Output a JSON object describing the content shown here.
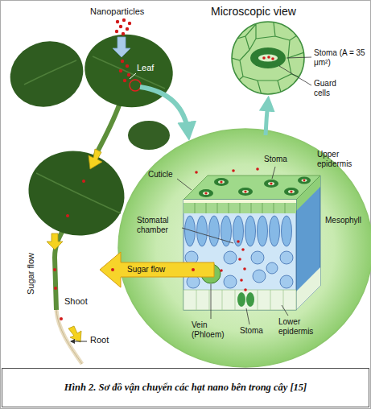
{
  "diagram": {
    "caption": "Hình 2. Sơ đồ vận chuyển các hạt nano bên trong cây [15]",
    "labels": [
      "Nanoparticles",
      "Leaf",
      "Microscopic view",
      "Stoma (A = 35 μm²)",
      "Guard cells",
      "Stoma",
      "Upper epidermis",
      "Cuticle",
      "Mesophyll",
      "Stomatal chamber",
      "Sugar flow",
      "Vein (Phloem)",
      "Stoma",
      "Lower epidermis",
      "Sugar flow",
      "Shoot",
      "Root"
    ]
  }
}
